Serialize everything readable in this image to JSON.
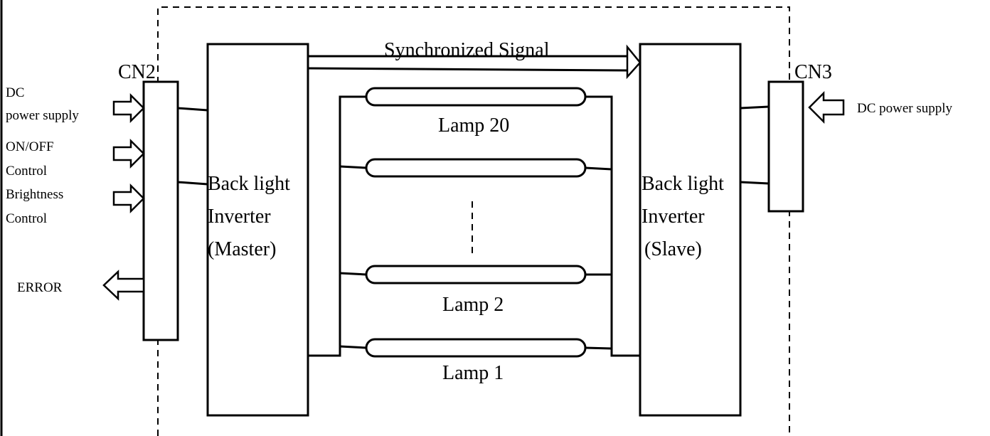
{
  "connectors": {
    "cn2": "CN2",
    "cn3": "CN3"
  },
  "signal": "Synchronized Signal",
  "master": {
    "line1": "Back light",
    "line2": "Inverter",
    "line3": "(Master)"
  },
  "slave": {
    "line1": "Back light",
    "line2": "Inverter",
    "line3": "(Slave)"
  },
  "lamps": [
    "Lamp 20",
    "Lamp 2",
    "Lamp 1"
  ],
  "inputs": {
    "dc_line1": "DC",
    "dc_line2": "power supply",
    "onoff_line1": "ON/OFF",
    "onoff_line2": "Control",
    "bright_line1": "Brightness",
    "bright_line2": "Control",
    "error": "ERROR",
    "dc_right": "DC power supply"
  }
}
